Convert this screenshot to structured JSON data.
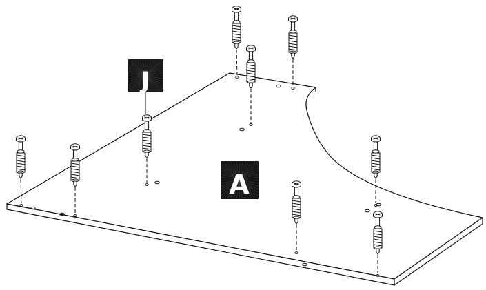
{
  "diagram": {
    "panel_label": "A",
    "part_label": "J",
    "part_count": 9,
    "colors": {
      "line": "#111111",
      "label_bg": "#151515",
      "label_text": "#ffffff",
      "panel_fill": "#ffffff"
    },
    "icons": {
      "cam-bolt": "cam-bolt-icon"
    }
  }
}
